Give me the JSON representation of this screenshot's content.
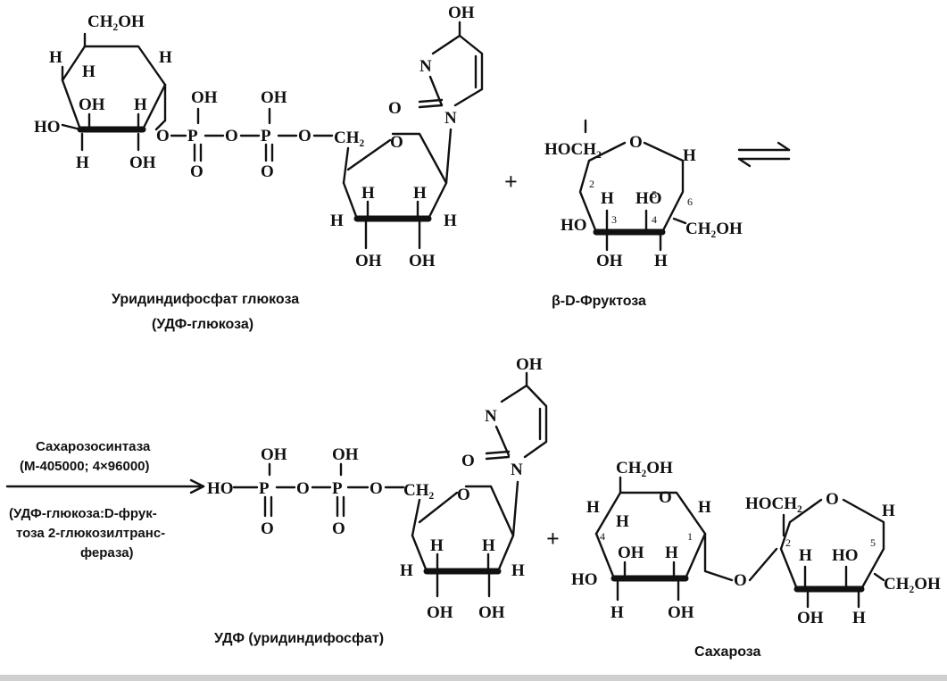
{
  "captions": {
    "udp_glucose": "Уридиндифосфат глюкоза",
    "udp_glucose_abbr": "(УДФ-глюкоза)",
    "fructose": "β-D-Фруктоза",
    "udp": "УДФ (уридиндифосфат)",
    "sucrose": "Сахароза"
  },
  "enzyme": {
    "name": "Сахарозосинтаза",
    "mass": "(М-405000; 4×96000)",
    "systematic_1": "(УДФ-глюкоза:D-фрук-",
    "systematic_2": "тоза 2-глюкозилтранс-",
    "systematic_3": "фераза)"
  },
  "atoms": {
    "ch2oh": "CH₂OH",
    "hoch2": "HOCH₂",
    "ch2": "CH₂",
    "oh": "OH",
    "ho": "HO",
    "h": "H",
    "o": "O",
    "p": "P",
    "n": "N",
    "plus": "+"
  },
  "numbers": {
    "c1": "1",
    "c2": "2",
    "c3": "3",
    "c4": "4",
    "c5": "5",
    "c6": "6"
  }
}
